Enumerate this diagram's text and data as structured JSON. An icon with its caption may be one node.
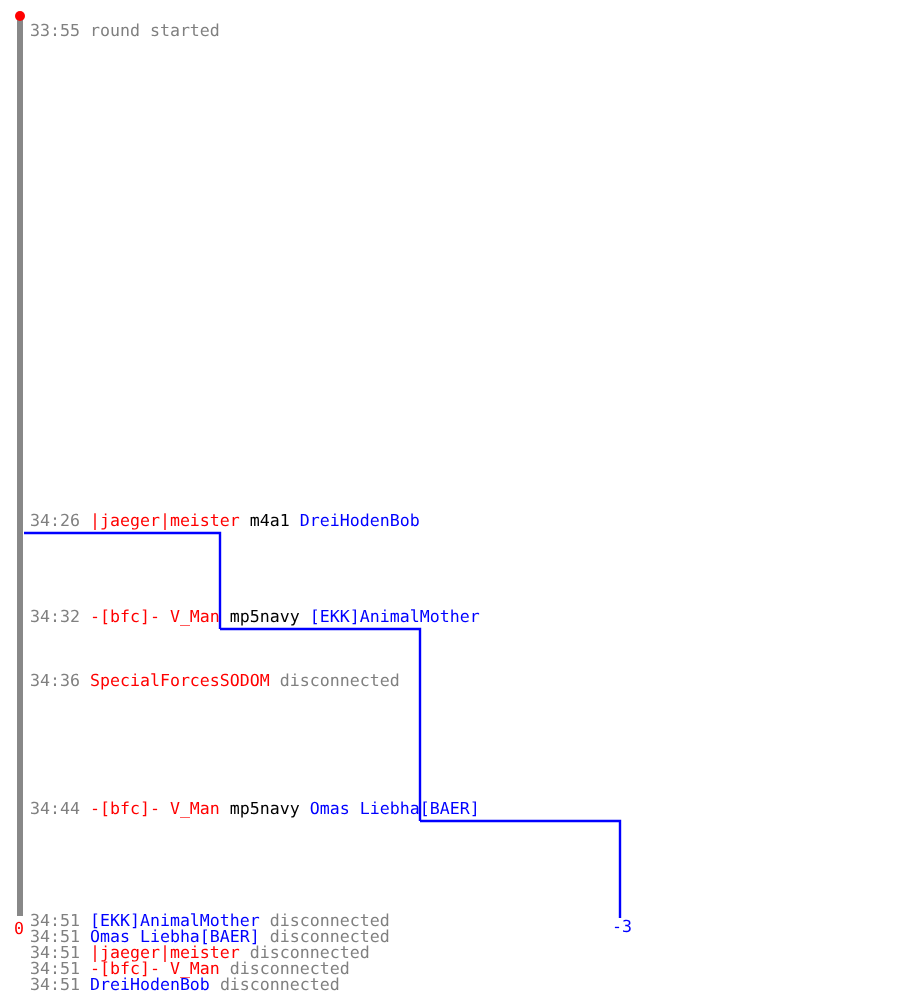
{
  "diagram": {
    "nodes": [
      {
        "text": [
          "33:55",
          "round started"
        ]
      },
      {
        "text": [
          "34:26",
          "|jaeger|meister",
          "m4a1",
          "DreiHodenBob"
        ]
      },
      {
        "text": [
          "34:32",
          "-[bfc]- V_Man",
          "mp5navy",
          "[EKK]AnimalMother"
        ]
      },
      {
        "text": [
          "34:36",
          "SpecialForcesSODOM",
          "disconnected"
        ]
      },
      {
        "text": [
          "34:44",
          "-[bfc]- V_Man",
          "mp5navy",
          "Omas Liebha[BAER]"
        ]
      },
      {
        "text": [
          "-3"
        ]
      },
      {
        "text": [
          "34:51",
          "[EKK]AnimalMother",
          "disconnected"
        ]
      },
      {
        "text": [
          "34:51",
          "Omas Liebha[BAER]",
          "disconnected"
        ]
      },
      {
        "text": [
          "34:51",
          "|jaeger|meister",
          "disconnected"
        ]
      },
      {
        "text": [
          "34:51",
          "-[bfc]- V_Man",
          "disconnected"
        ]
      },
      {
        "text": [
          "34:51",
          "DreiHodenBob",
          "disconnected"
        ]
      }
    ],
    "edges": [
      {
        "from": 1,
        "to": 2,
        "arrow": "none"
      },
      {
        "from": 2,
        "to": 4,
        "arrow": "none"
      },
      {
        "from": 4,
        "to": 5,
        "arrow": "none"
      }
    ],
    "labels": [
      "0"
    ]
  }
}
